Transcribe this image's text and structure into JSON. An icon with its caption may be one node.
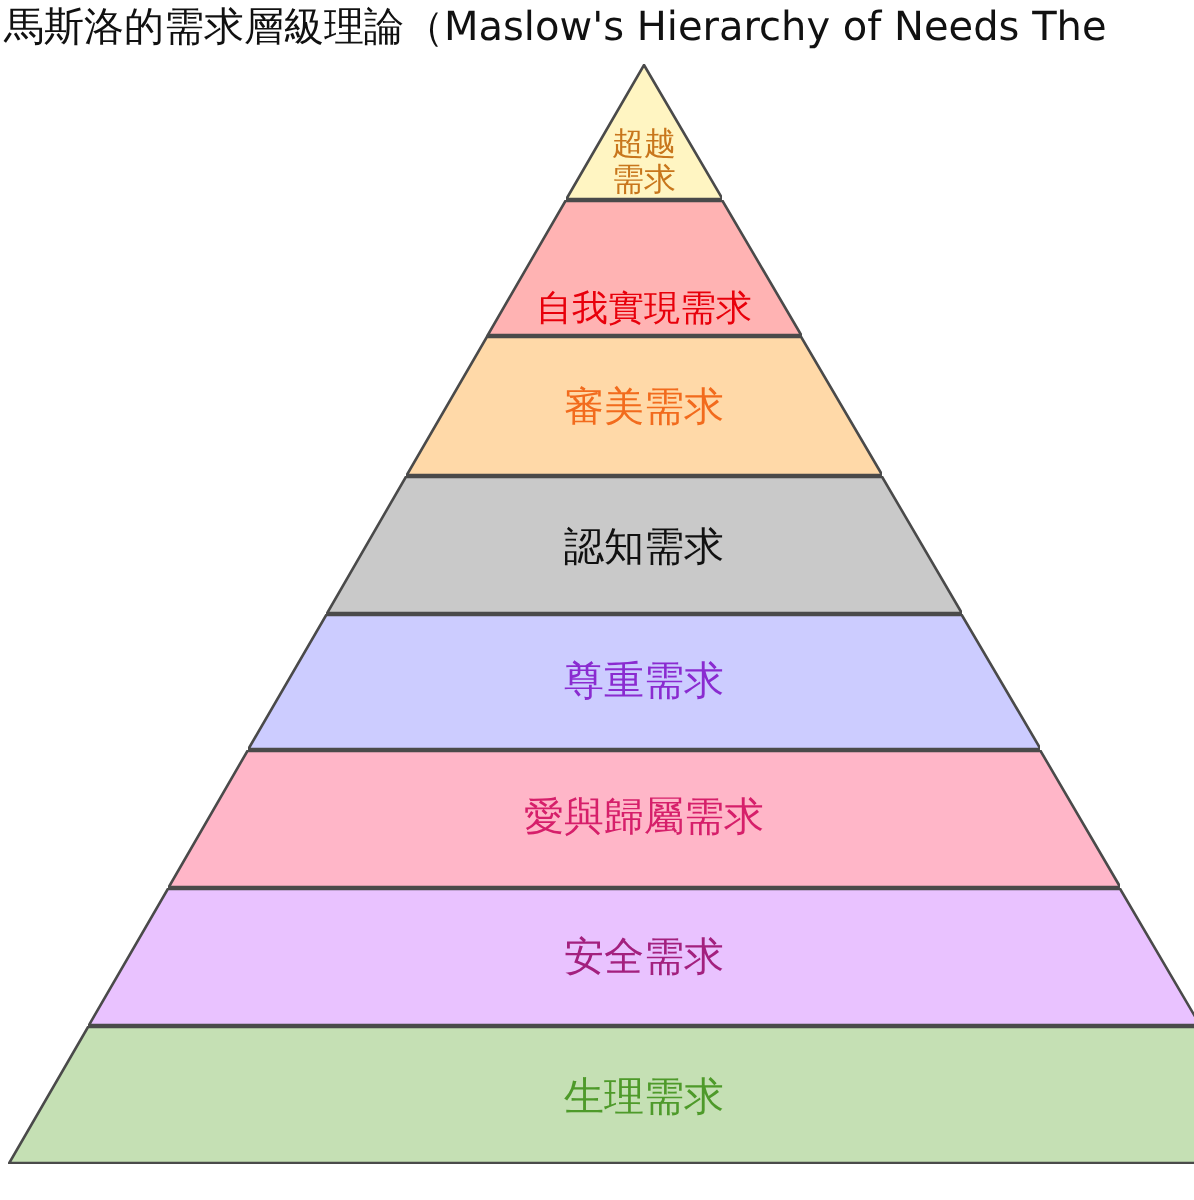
{
  "diagram": {
    "title": "馬斯洛的需求層級理論（Maslow's Hierarchy of Needs The",
    "nodes": [
      {
        "text": [
          "超越需求"
        ]
      },
      {
        "text": [
          "自我實現需求"
        ]
      },
      {
        "text": [
          "審美需求"
        ]
      },
      {
        "text": [
          "認知需求"
        ]
      },
      {
        "text": [
          "尊重需求"
        ]
      },
      {
        "text": [
          "愛與歸屬需求"
        ]
      },
      {
        "text": [
          "安全需求"
        ]
      },
      {
        "text": [
          "生理需求"
        ]
      }
    ]
  }
}
